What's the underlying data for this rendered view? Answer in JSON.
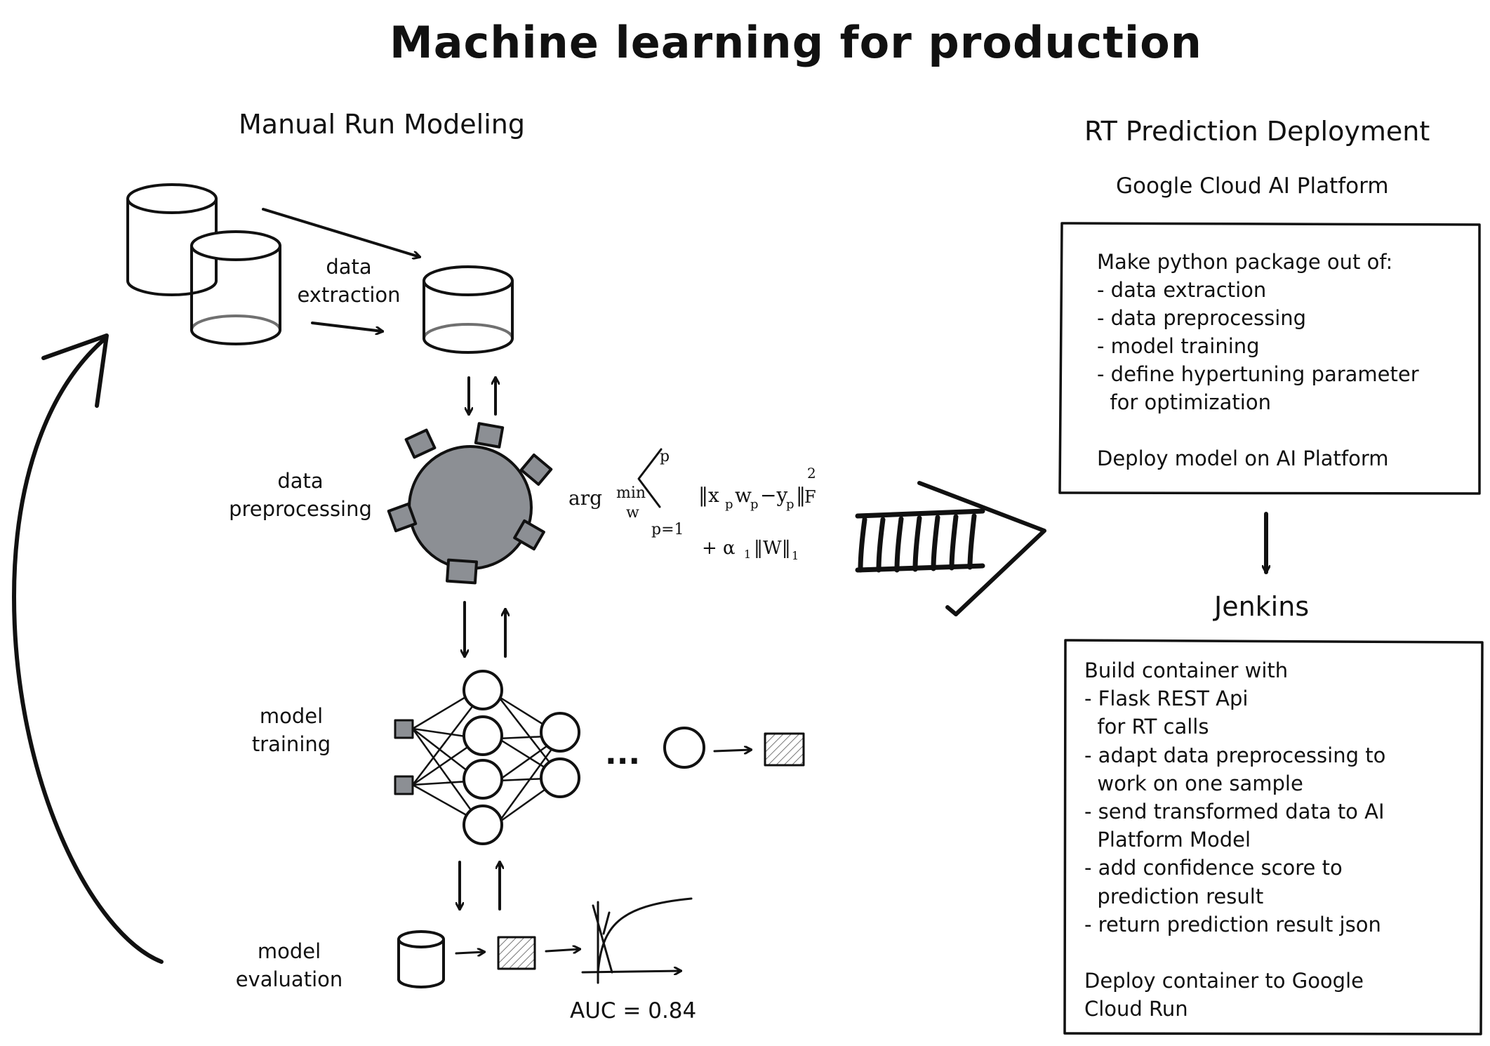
{
  "title": "Machine learning for production",
  "left": {
    "heading": "Manual Run Modeling",
    "stages": {
      "extraction": "data\nextraction",
      "preprocessing": "data\npreprocessing",
      "training": "model\ntraining",
      "evaluation": "model\nevaluation"
    },
    "formula": {
      "arg": "arg",
      "min": "min",
      "w": "w",
      "upper": "p",
      "lower": "p=1",
      "norm": "‖x",
      "term_x_sub": "p",
      "term_w": "w",
      "term_w_sub": "p",
      "term_minus_y": "−y",
      "term_y_sub": "p",
      "close": "‖",
      "exp": "2",
      "frob": "F",
      "reg": "+ α",
      "reg_sub": "1",
      "reg_norm": "‖W‖",
      "reg_norm_sub": "1"
    },
    "ellipsis": "...",
    "auc": "AUC = 0.84"
  },
  "right": {
    "heading": "RT Prediction Deployment",
    "platform": "Google Cloud AI Platform",
    "box1": [
      "Make python package out of:",
      "- data extraction",
      "- data preprocessing",
      "- model training",
      "- define hypertuning parameter",
      "  for optimization",
      "",
      "Deploy model on AI Platform"
    ],
    "jenkins": "Jenkins",
    "box2": [
      "Build container with",
      "- Flask REST Api",
      "  for RT calls",
      "- adapt data preprocessing to",
      "  work on one sample",
      "- send transformed data to AI",
      "  Platform Model",
      "- add confidence score to",
      "  prediction result",
      "- return prediction result json",
      "",
      "Deploy container to Google",
      "Cloud Run"
    ]
  },
  "colors": {
    "ink": "#111111",
    "fill": "#8c8f94",
    "hatch": "#9a9a9a"
  }
}
